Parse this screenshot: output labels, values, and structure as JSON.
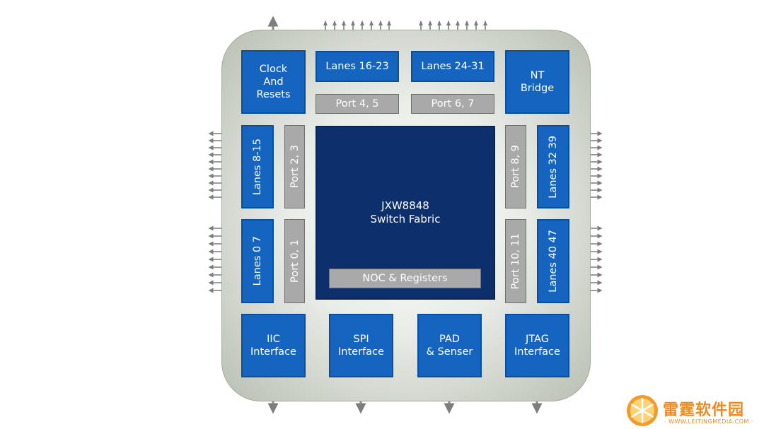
{
  "chip": {
    "fabric": "JXW8848\nSwitch Fabric",
    "noc": "NOC & Registers",
    "clock": "Clock\nAnd\nResets",
    "nt_bridge": "NT\nBridge",
    "lanes_top_left": "Lanes 16-23",
    "lanes_top_right": "Lanes 24-31",
    "port_top_left": "Port 4, 5",
    "port_top_right": "Port 6, 7",
    "lanes_left_top": "Lanes 8-15",
    "lanes_left_bottom": "Lanes 0 7",
    "port_left_top": "Port 2, 3",
    "port_left_bottom": "Port 0, 1",
    "lanes_right_top": "Lanes 32 39",
    "lanes_right_bottom": "Lanes 40 47",
    "port_right_top": "Port 8, 9",
    "port_right_bottom": "Port 10, 11",
    "iic": "IIC\nInterface",
    "spi": "SPI\nInterface",
    "pad": "PAD\n& Senser",
    "jtag": "JTAG\nInterface"
  },
  "watermark": {
    "name": "雷霆软件园",
    "url": "· WWW.LEITINGMEDIA.COM ·",
    "logo_icon": "orange-slice-icon"
  },
  "colors": {
    "block_blue": "#1565c0",
    "fabric_navy": "#0d2f6b",
    "port_gray": "#a9a9a9",
    "logo_orange": "#ef8a1f"
  }
}
